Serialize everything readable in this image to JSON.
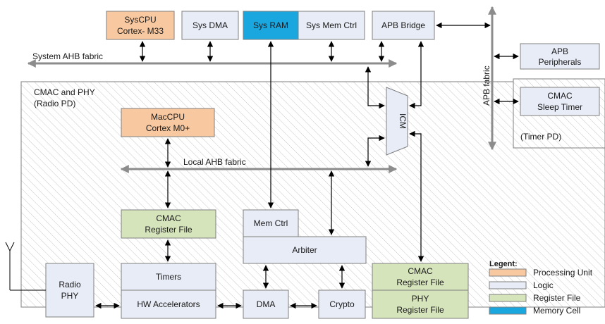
{
  "colors": {
    "processing": "#F8C8A0",
    "logic": "#E8ECF6",
    "register": "#D6E4BC",
    "memory": "#1AA7E0",
    "bus": "#8C8C8C",
    "hatch_line": "#C8C8C8",
    "border": "#7F7F7F"
  },
  "regions": {
    "cmac_phy": {
      "line1": "CMAC and PHY",
      "line2": "(Radio PD)"
    },
    "timer_pd": {
      "label": "(Timer PD)"
    }
  },
  "buses": {
    "system_ahb": "System AHB fabric",
    "local_ahb": "Local AHB fabric",
    "apb": "APB fabric"
  },
  "blocks": {
    "syscpu": {
      "line1": "SysCPU",
      "line2": "Cortex- M33",
      "kind": "processing"
    },
    "sys_dma": {
      "line1": "Sys DMA",
      "kind": "logic"
    },
    "sys_ram": {
      "line1": "Sys RAM",
      "kind": "memory"
    },
    "sys_mem_ctrl": {
      "line1": "Sys Mem Ctrl",
      "kind": "logic"
    },
    "apb_bridge": {
      "line1": "APB Bridge",
      "kind": "logic"
    },
    "apb_peripherals": {
      "line1": "APB",
      "line2": "Peripherals",
      "kind": "logic"
    },
    "cmac_sleep_timer": {
      "line1": "CMAC",
      "line2": "Sleep Timer",
      "kind": "logic"
    },
    "maccpu": {
      "line1": "MacCPU",
      "line2": "Cortex M0+",
      "kind": "processing"
    },
    "icm": {
      "line1": "ICM",
      "kind": "logic"
    },
    "cmac_regfile_left": {
      "line1": "CMAC",
      "line2": "Register File",
      "kind": "register"
    },
    "mem_ctrl": {
      "line1": "Mem Ctrl",
      "kind": "logic"
    },
    "arbiter": {
      "line1": "Arbiter",
      "kind": "logic"
    },
    "radio_phy": {
      "line1": "Radio",
      "line2": "PHY",
      "kind": "logic"
    },
    "timers": {
      "line1": "Timers",
      "kind": "logic"
    },
    "hw_accel": {
      "line1": "HW Accelerators",
      "kind": "logic"
    },
    "dma": {
      "line1": "DMA",
      "kind": "logic"
    },
    "crypto": {
      "line1": "Crypto",
      "kind": "logic"
    },
    "cmac_regfile_right": {
      "line1": "CMAC",
      "line2": "Register File",
      "kind": "register"
    },
    "phy_regfile": {
      "line1": "PHY",
      "line2": "Register File",
      "kind": "register"
    }
  },
  "legend": {
    "title": "Legent:",
    "items": [
      {
        "label": "Processing Unit",
        "kind": "processing"
      },
      {
        "label": "Logic",
        "kind": "logic"
      },
      {
        "label": "Register File",
        "kind": "register"
      },
      {
        "label": "Memory Cell",
        "kind": "memory"
      }
    ]
  }
}
